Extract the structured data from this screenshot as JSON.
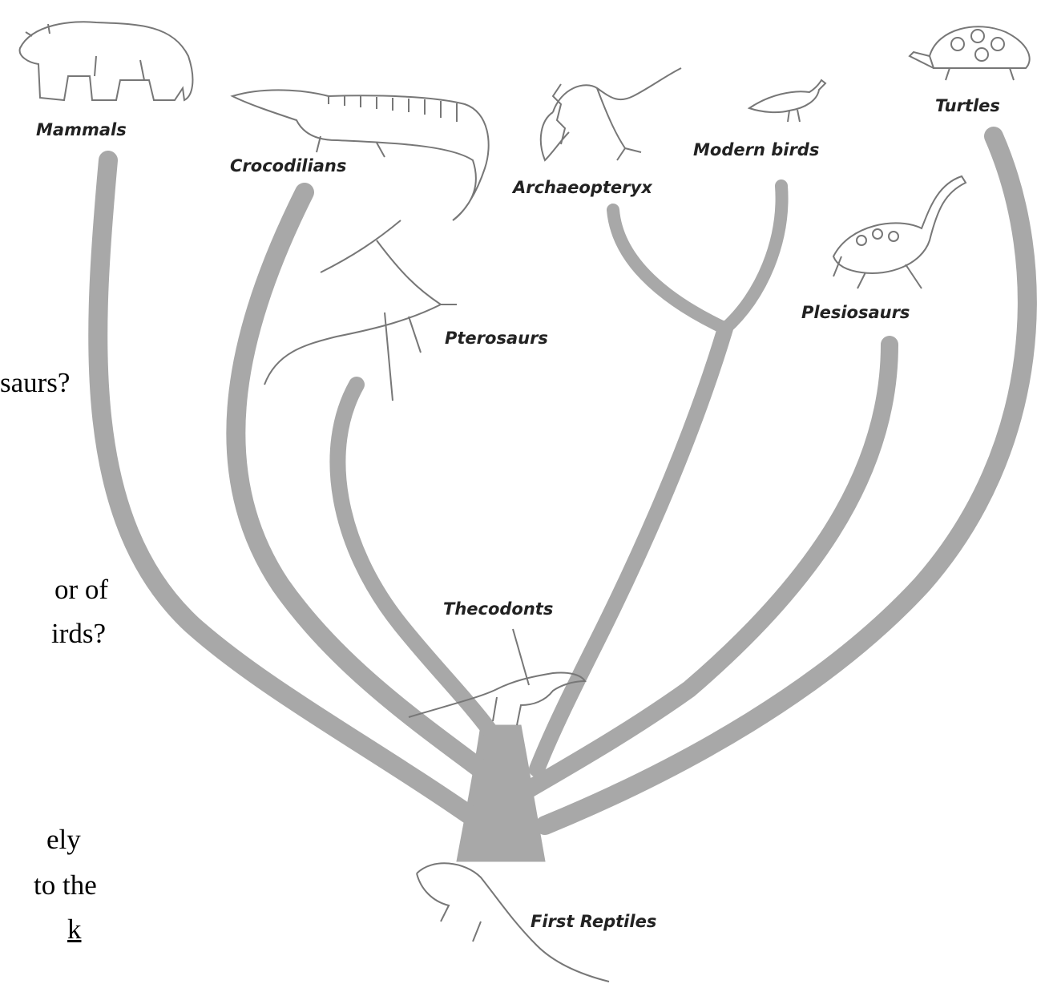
{
  "background_text": {
    "line1": "saurs?",
    "line2": "or of",
    "line3": "irds?",
    "line4": "ely",
    "line5": "to the",
    "line6": "k"
  },
  "tree": {
    "labels": {
      "mammals": "Mammals",
      "crocodilians": "Crocodilians",
      "archaeopteryx": "Archaeopteryx",
      "modern_birds": "Modern birds",
      "turtles": "Turtles",
      "pterosaurs": "Pterosaurs",
      "plesiosaurs": "Plesiosaurs",
      "thecodonts": "Thecodonts",
      "first_reptiles": "First Reptiles"
    },
    "colors": {
      "branch": "#a8a8a8",
      "outline": "#777777"
    }
  }
}
